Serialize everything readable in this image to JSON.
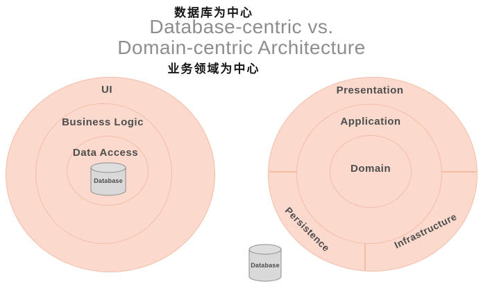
{
  "header": {
    "subtitle_top_zh": "数据库为中心",
    "title_line1": "Database-centric vs.",
    "title_line2": "Domain-centric Architecture",
    "subtitle_bottom_zh": "业务领域为中心"
  },
  "left_diagram": {
    "rings": [
      {
        "label": "UI"
      },
      {
        "label": "Business Logic"
      },
      {
        "label": "Data Access"
      }
    ],
    "database_label": "Database"
  },
  "right_diagram": {
    "rings": [
      {
        "label": "Presentation"
      },
      {
        "label": "Application"
      },
      {
        "label": "Domain"
      }
    ],
    "outer_ring_segments": [
      {
        "label": "Persistence"
      },
      {
        "label": "Infrastructure"
      }
    ],
    "database_label": "Database"
  },
  "colors": {
    "ring_fill": "#fbd9cd",
    "ring_border": "#f0b69a",
    "label_text": "#4d4d4d",
    "title_text": "#8d8d8d",
    "chinese_text": "#161616",
    "cylinder_fill": "#d9d9d9",
    "cylinder_border": "#8c8c8c",
    "background": "#ffffff"
  }
}
